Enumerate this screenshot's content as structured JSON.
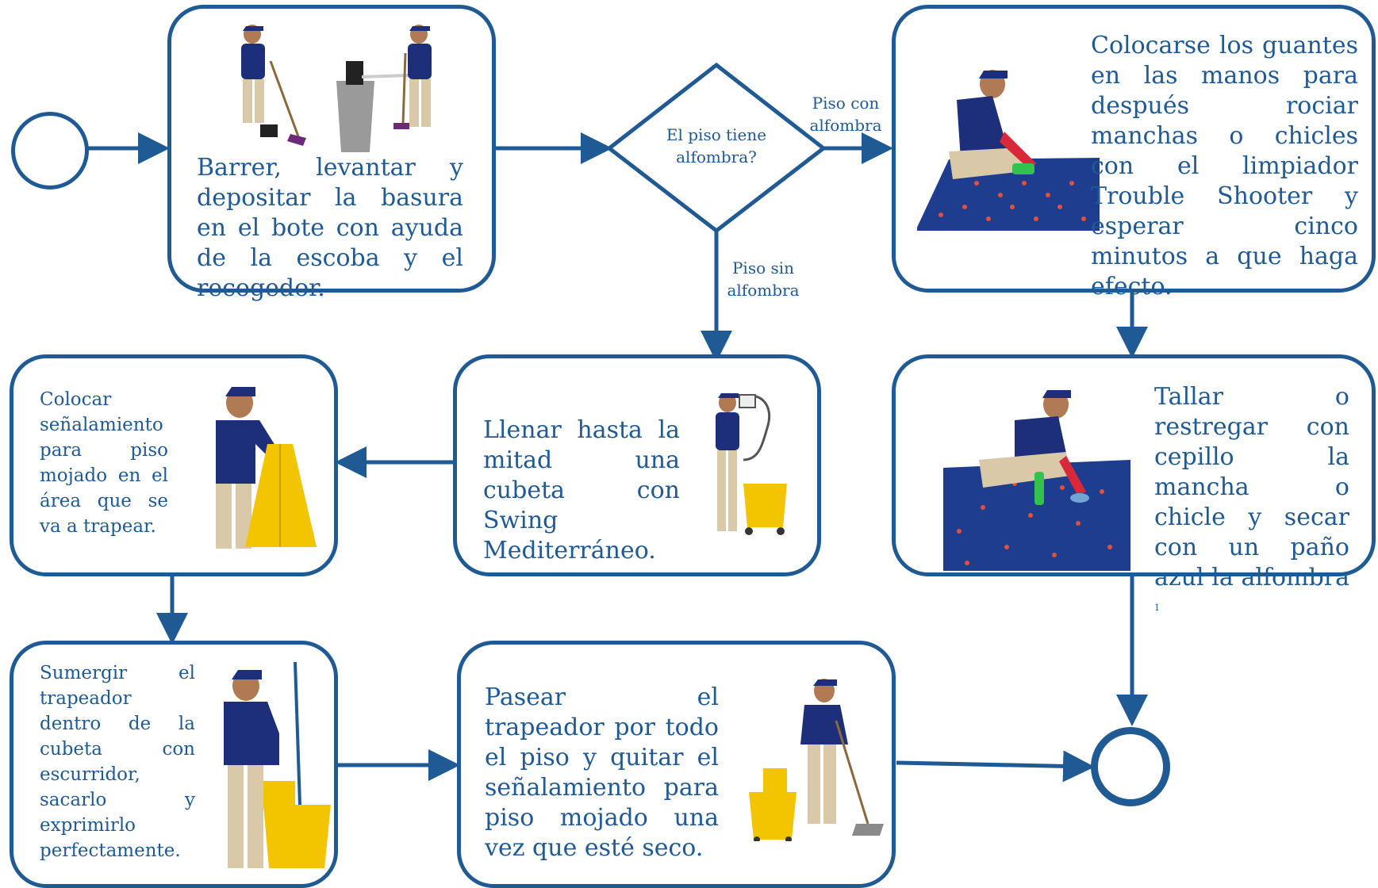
{
  "steps": {
    "barrer": "Barrer, levantar y depositar la basura en el bote con ayuda de la escoba y el recogedor.",
    "guantes": "Colocarse los guantes en las manos para después rociar manchas o chicles con el limpiador Trouble Shooter y esperar cinco minutos a que haga efecto.",
    "tallar": "Tallar o restregar con cepillo la mancha o chicle y secar con un paño azul la alfombra",
    "tallar_note": "1",
    "llenar": "Llenar hasta la mitad una cubeta con Swing Mediterráneo.",
    "senal": "Colocar señalamiento para piso mojado en el área que se va a trapear.",
    "sumergir": "Sumergir el trapeador dentro de la cubeta con escurridor, sacarlo y exprimirlo perfectamente.",
    "pasear": "Pasear el trapeador por todo el piso y quitar el señalamiento para piso mojado una vez que esté seco."
  },
  "decision": {
    "question": "El piso tiene alfombra?",
    "yes_label": "Piso con alfombra",
    "no_label": "Piso sin alfombra"
  },
  "colors": {
    "stroke": "#1f5a94",
    "shirt": "#1d2f7a",
    "pants": "#d9c9a8",
    "skin": "#b07a55",
    "yellow": "#f2c500",
    "glove": "#d8283a",
    "carpet": "#1e3d8f",
    "carpet_dots": "#e0503c"
  }
}
